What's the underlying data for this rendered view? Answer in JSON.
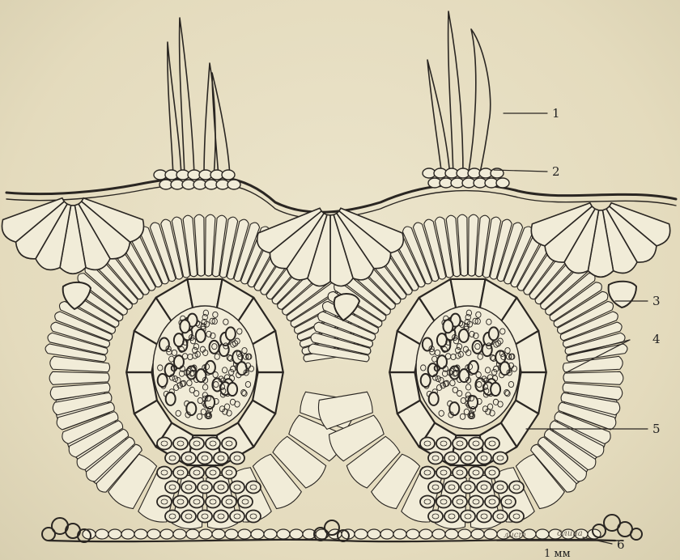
{
  "labels": [
    "1",
    "2",
    "3",
    "4",
    "5",
    "6"
  ],
  "scale_bar": {
    "text": "1 мм"
  },
  "handwritten": [
    "лист",
    "длина"
  ]
}
